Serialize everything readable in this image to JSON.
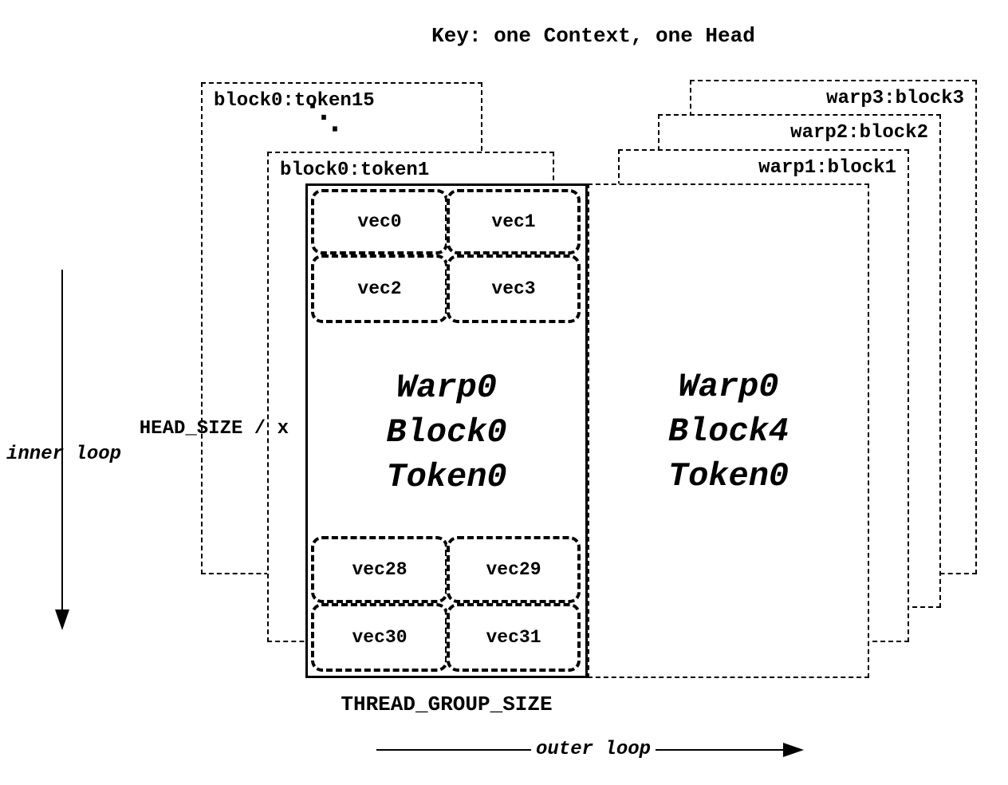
{
  "title": "Key: one Context, one Head",
  "layers": {
    "token15": "block0:token15",
    "ellipsis": "⋱",
    "token1": "block0:token1",
    "warp3": "warp3:block3",
    "warp2": "warp2:block2",
    "warp1": "warp1:block1"
  },
  "block0": {
    "line1": "Warp0",
    "line2": "Block0",
    "line3": "Token0",
    "vecs_top": [
      "vec0",
      "vec1",
      "vec2",
      "vec3"
    ],
    "vecs_bottom": [
      "vec28",
      "vec29",
      "vec30",
      "vec31"
    ]
  },
  "block4": {
    "line1": "Warp0",
    "line2": "Block4",
    "line3": "Token0"
  },
  "annotations": {
    "head_size": "HEAD_SIZE / x",
    "inner_loop": "inner loop",
    "thread_group_size": "THREAD_GROUP_SIZE",
    "outer_loop": "outer loop"
  }
}
